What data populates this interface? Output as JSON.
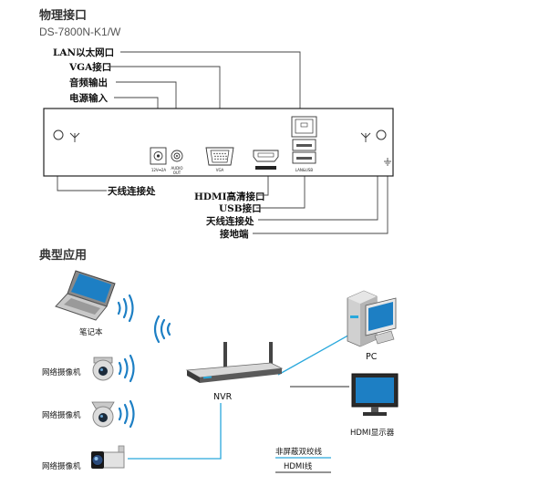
{
  "section1": {
    "title": "物理接口",
    "model": "DS-7800N-K1/W"
  },
  "ports_top": {
    "lan": "LAN以太网口",
    "vga": "VGA接口",
    "audio": "音频输出",
    "power": "电源输入"
  },
  "ports_bottom": {
    "antenna_left": "天线连接处",
    "hdmi": "HDMI高清接口",
    "usb": "USB接口",
    "antenna_right": "天线连接处",
    "ground": "接地端"
  },
  "panel_labels": {
    "power_port": "12V⎓2A",
    "audio_port_1": "AUDIO",
    "audio_port_2": "OUT",
    "vga_port": "VGA",
    "lan_usb_port": "LAN&USB"
  },
  "section2": {
    "title": "典型应用"
  },
  "devices": {
    "laptop": "笔记本",
    "camera_1": "网络摄像机",
    "camera_2": "网络摄像机",
    "camera_3": "网络摄像机",
    "nvr": "NVR",
    "pc": "PC",
    "monitor": "HDMI显示器"
  },
  "legend": {
    "network_cable": "非屏蔽双绞线",
    "hdmi_cable": "HDMI线"
  },
  "colors": {
    "network_line": "#29a8dc",
    "hdmi_line": "#555555",
    "screen_blue": "#1d7fc4"
  }
}
